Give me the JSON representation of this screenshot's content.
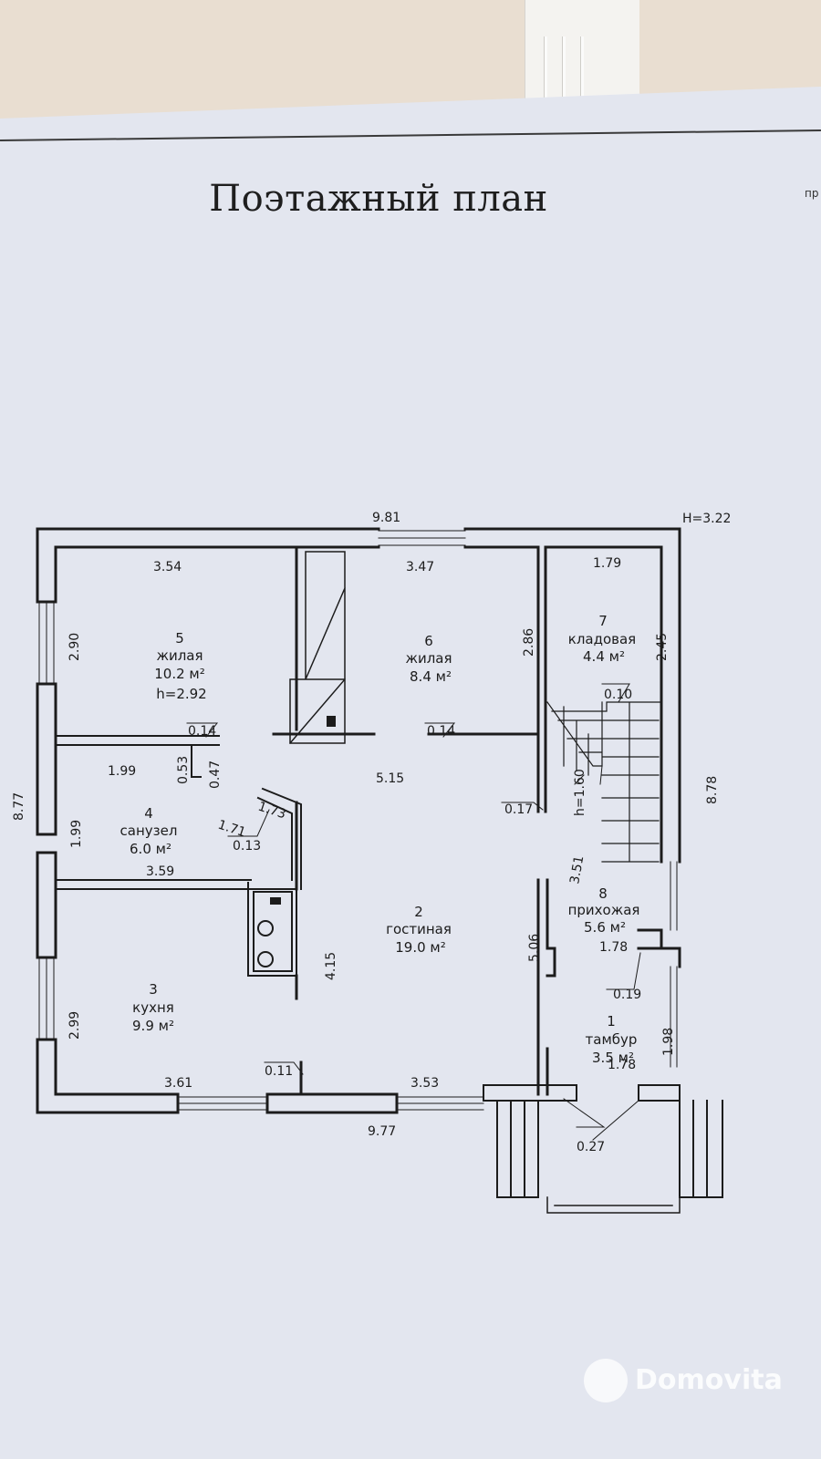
{
  "title": "Поэтажный план",
  "corner_text": "пр",
  "height_note": "H=3.22",
  "rooms": [
    {
      "id": "room-1",
      "num": "1",
      "name": "тамбур",
      "area": "3.5 м²"
    },
    {
      "id": "room-2",
      "num": "2",
      "name": "гостиная",
      "area": "19.0 м²"
    },
    {
      "id": "room-3",
      "num": "3",
      "name": "кухня",
      "area": "9.9 м²"
    },
    {
      "id": "room-4",
      "num": "4",
      "name": "санузел",
      "area": "6.0 м²"
    },
    {
      "id": "room-5",
      "num": "5",
      "name": "жилая",
      "area": "10.2 м²",
      "height": "h=2.92"
    },
    {
      "id": "room-6",
      "num": "6",
      "name": "жилая",
      "area": "8.4 м²"
    },
    {
      "id": "room-7",
      "num": "7",
      "name": "кладовая",
      "area": "4.4 м²"
    },
    {
      "id": "room-8",
      "num": "8",
      "name": "прихожая",
      "area": "5.6 м²"
    }
  ],
  "stair_note": "h=1.60",
  "dimensions": {
    "top_total": "9.81",
    "bottom_total": "9.77",
    "left_total": "8.77",
    "right_total": "8.78",
    "r5_width": "3.54",
    "r5_height": "2.90",
    "r6_width": "3.47",
    "r6_height": "2.86",
    "r7_width": "1.79",
    "r7_height": "2.45",
    "r4_width": "1.99",
    "r4_height": "1.99",
    "r4_alt_width": "3.59",
    "r3_height": "2.99",
    "r3_width": "3.61",
    "r2_width_top": "5.15",
    "r2_width_bottom": "3.53",
    "r2_height": "4.15",
    "r2_right_height": "5.06",
    "r8_diag": "3.51",
    "r8_width": "1.78",
    "r1_width": "1.78",
    "r1_height": "1.98",
    "diag_1_73": "1.73",
    "diag_1_71": "1.71",
    "w_0_14_a": "0.14",
    "w_0_14_b": "0.14",
    "w_0_53": "0.53",
    "w_0_47": "0.47",
    "w_0_13": "0.13",
    "w_0_10": "0.10",
    "w_0_17": "0.17",
    "w_0_19": "0.19",
    "w_0_11": "0.11",
    "w_0_27": "0.27"
  },
  "watermark": "Domovita",
  "colors": {
    "paper": "#e3e6ef",
    "line": "#1c1c1c",
    "background": "#e9ded1"
  }
}
